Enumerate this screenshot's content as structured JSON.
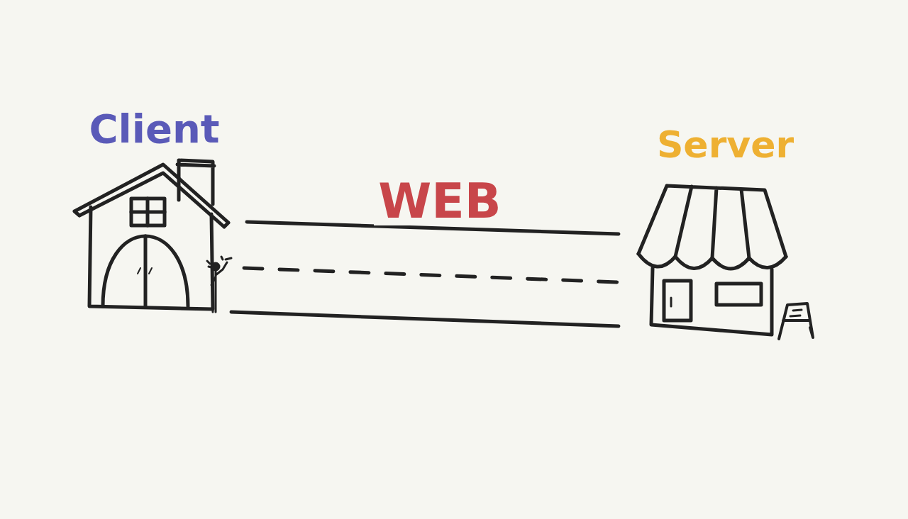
{
  "diagram": {
    "nodes": [
      {
        "text": [
          "Client"
        ]
      },
      {
        "text": [
          "Server"
        ]
      }
    ],
    "edges": [
      {
        "from": 0,
        "to": 1,
        "arrow": "none",
        "label": "WEB"
      }
    ]
  }
}
